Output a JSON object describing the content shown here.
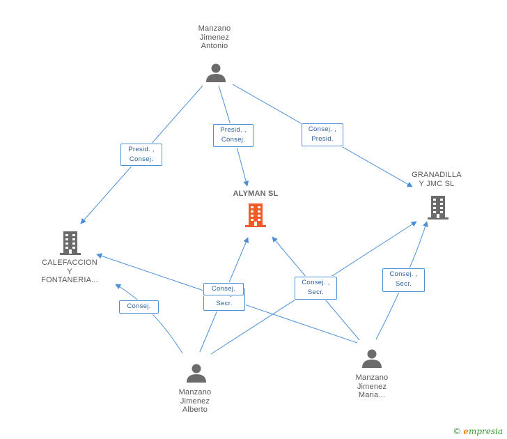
{
  "nodes": {
    "antonio": {
      "label": "Manzano\nJimenez\nAntonio",
      "type": "person"
    },
    "alyman": {
      "label": "ALYMAN SL",
      "type": "company-main",
      "color": "#f05a28"
    },
    "granadilla": {
      "label": "GRANADILLA\nY JMC SL",
      "type": "company"
    },
    "calefaccion": {
      "label": "CALEFACCION\nY\nFONTANERIA...",
      "type": "company"
    },
    "alberto": {
      "label": "Manzano\nJimenez\nAlberto",
      "type": "person"
    },
    "maria": {
      "label": "Manzano\nJimenez\nMaria...",
      "type": "person"
    }
  },
  "roles": {
    "antonio_calefaccion": "Presid. ,\nConsej.",
    "antonio_alyman": "Presid. ,\nConsej.",
    "antonio_granadilla": "Consej. ,\nPresid.",
    "alberto_calefaccion": "Consej.",
    "maria_calefaccion_a": "Consej. ,\nSecr.",
    "maria_calefaccion_b": "Consej.",
    "maria_alyman_granadilla": "Consej. ,\nSecr.",
    "maria_granadilla": "Consej. ,\nSecr."
  },
  "colors": {
    "edge": "#4a8fd8",
    "icon": "#6b6b6b",
    "main": "#f05a28"
  },
  "brand": {
    "copyright": "©",
    "initial": "e",
    "rest": "mpresia"
  }
}
